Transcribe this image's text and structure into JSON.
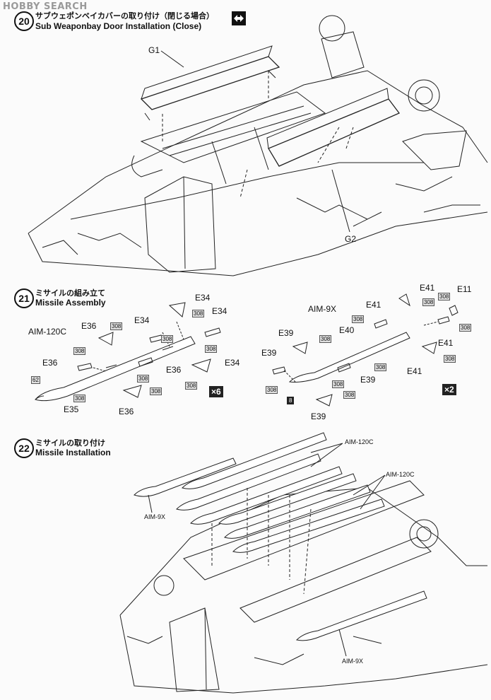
{
  "watermark": "HOBBY SEARCH",
  "steps": [
    {
      "num": "20",
      "title_jp": "サブウェポンベイカバーの取り付け（閉じる場合）",
      "title_en": "Sub Weaponbay Door Installation (Close)"
    },
    {
      "num": "21",
      "title_jp": "ミサイルの組み立て",
      "title_en": "Missile Assembly"
    },
    {
      "num": "22",
      "title_jp": "ミサイルの取り付け",
      "title_en": "Missile Installation"
    }
  ],
  "step20": {
    "g1": "G1",
    "g2": "G2"
  },
  "step21": {
    "aim120": {
      "name": "AIM-120C",
      "e34": "E34",
      "e35": "E35",
      "e36": "E36",
      "tag308": "308",
      "tag62": "62",
      "qty": "×6"
    },
    "aim9": {
      "name": "AIM-9X",
      "e39": "E39",
      "e40": "E40",
      "e41": "E41",
      "e11": "E11",
      "tag308": "308",
      "tag8": "8",
      "qty": "×2"
    }
  },
  "step22": {
    "aim120": "AIM-120C",
    "aim9": "AIM-9X"
  },
  "icons": [
    "two-way-arrow-icon"
  ]
}
